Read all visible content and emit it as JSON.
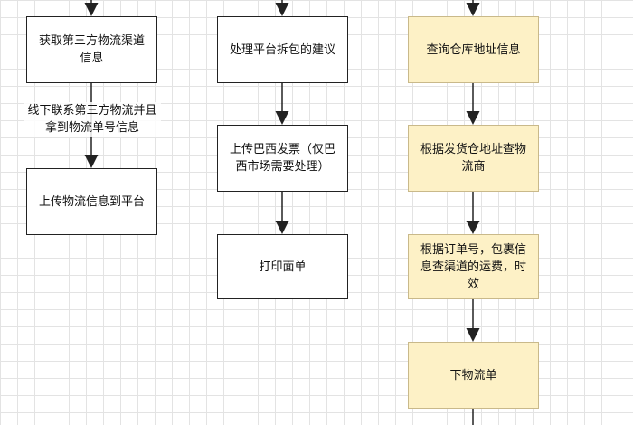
{
  "columns": [
    {
      "nodes": [
        "获取第三方物流渠道信息",
        "上传物流信息到平台"
      ],
      "edge_label": "线下联系第三方物流并且拿到物流单号信息"
    },
    {
      "nodes": [
        "处理平台拆包的建议",
        "上传巴西发票（仅巴西市场需要处理）",
        "打印面单"
      ]
    },
    {
      "nodes": [
        "查询仓库地址信息",
        "根据发货仓地址查物流商",
        "根据订单号，包裹信息查渠道的运费，时效",
        "下物流单"
      ]
    }
  ],
  "colors": {
    "highlight_fill": "#fdf1c6",
    "highlight_border": "#c9b98a",
    "line": "#222222"
  }
}
